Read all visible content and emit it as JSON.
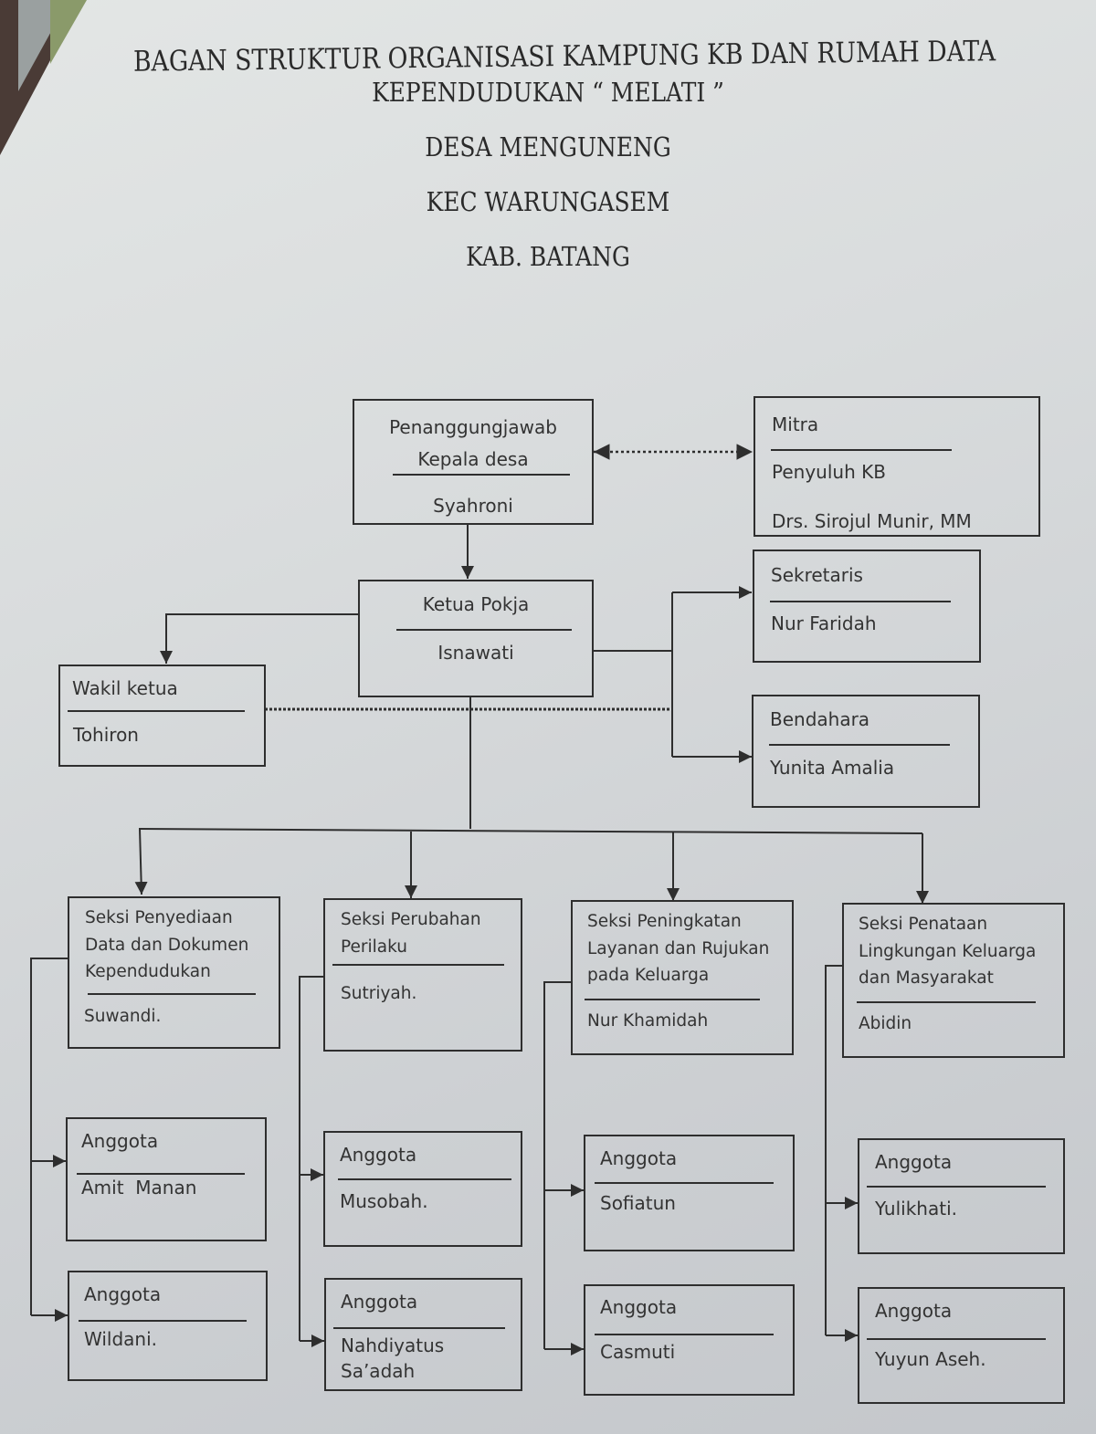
{
  "title": {
    "line1": "BAGAN STRUKTUR ORGANISASI KAMPUNG KB DAN RUMAH DATA",
    "line2": "KEPENDUDUKAN “ MELATI ”",
    "line3": "DESA MENGUNENG",
    "line4": "KEC WARUNGASEM",
    "line5": "KAB. BATANG"
  },
  "colors": {
    "ink": "#2e2e2e",
    "paper": "#d9dcdd"
  },
  "nodes": {
    "penanggungjawab": {
      "role": "Penanggungjawab\nKepala desa",
      "name": "Syahroni"
    },
    "mitra": {
      "role": "Mitra",
      "name": "Penyuluh KB",
      "name2": "Drs. Sirojul Munir, MM"
    },
    "ketua": {
      "role": "Ketua Pokja",
      "name": "Isnawati"
    },
    "wakil": {
      "role": "Wakil ketua",
      "name": "Tohiron"
    },
    "sekretaris": {
      "role": "Sekretaris",
      "name": "Nur Faridah"
    },
    "bendahara": {
      "role": "Bendahara",
      "name": "Yunita Amalia"
    }
  },
  "sections": [
    {
      "role": "Seksi Penyediaan\nData dan Dokumen\nKependudukan",
      "name": "Suwandi.",
      "members": [
        {
          "role": "Anggota",
          "name": "Amit  Manan"
        },
        {
          "role": "Anggota",
          "name": "Wildani."
        }
      ]
    },
    {
      "role": "Seksi Perubahan\nPerilaku",
      "name": "Sutriyah.",
      "members": [
        {
          "role": "Anggota",
          "name": "Musobah."
        },
        {
          "role": "Anggota",
          "name": "Nahdiyatus\nSa’adah"
        }
      ]
    },
    {
      "role": "Seksi Peningkatan\nLayanan dan Rujukan\npada Keluarga",
      "name": "Nur Khamidah",
      "members": [
        {
          "role": "Anggota",
          "name": "Sofiatun"
        },
        {
          "role": "Anggota",
          "name": "Casmuti"
        }
      ]
    },
    {
      "role": "Seksi Penataan\nLingkungan Keluarga\ndan Masyarakat",
      "name": "Abidin",
      "members": [
        {
          "role": "Anggota",
          "name": "Yulikhati."
        },
        {
          "role": "Anggota",
          "name": "Yuyun Aseh."
        }
      ]
    }
  ]
}
